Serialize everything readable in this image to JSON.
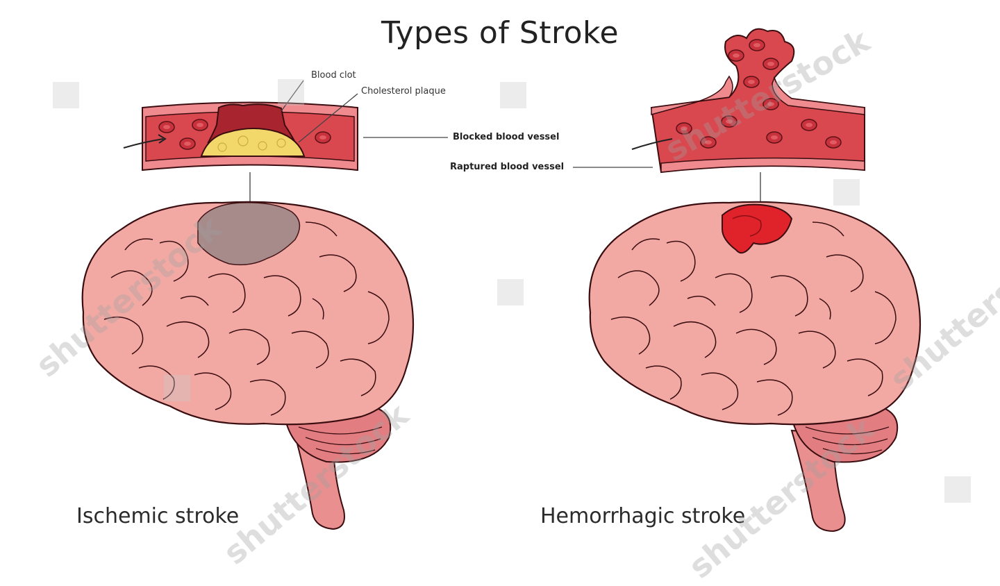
{
  "title": "Types of Stroke",
  "labels": {
    "blood_clot": "Blood clot",
    "cholesterol_plaque": "Cholesterol plaque",
    "blocked_vessel": "Blocked blood vessel",
    "raptured_vessel": "Raptured blood vessel"
  },
  "captions": {
    "left": "Ischemic stroke",
    "right": "Hemorrhagic stroke"
  },
  "watermark": "shutterstock",
  "colors": {
    "vessel": "#d9474f",
    "vessel_wall": "#ef8a8f",
    "blood_cell": "#c8323c",
    "clot": "#a8242f",
    "plaque": "#f2d86a",
    "brain": "#f2a9a4",
    "brain_stem": "#e98f8f",
    "ischemic_area": "#a48a8a",
    "hemorrhage": "#e0232b"
  }
}
